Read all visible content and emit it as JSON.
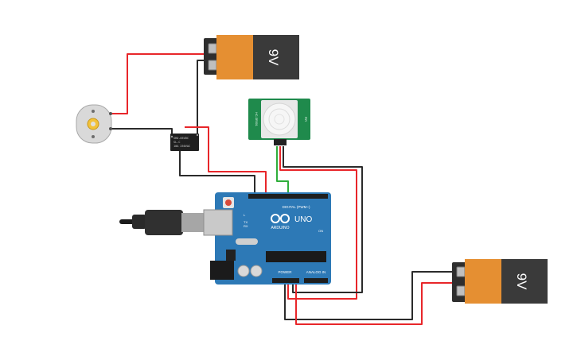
{
  "battery_top": {
    "label": "9V"
  },
  "battery_bottom": {
    "label": "9V"
  },
  "arduino": {
    "brand_logo_text": "UNO",
    "brand_name": "ARDUINO",
    "digital_header_label": "DIGITAL (PWM~)",
    "power_label": "POWER",
    "analog_label": "ANALOG IN",
    "tx_label": "TX",
    "rx_label": "RX",
    "l_label": "L",
    "on_label": "ON"
  },
  "pir_sensor": {
    "left_label": "HC-SR501",
    "right_label": "PIR"
  },
  "relay": {
    "text_line1": "SRD-05VDC",
    "text_line2": "SL-C",
    "text_line3": "10A 250VAC"
  },
  "colors": {
    "wire_red": "#e8262a",
    "wire_black": "#2b2b2b",
    "wire_green": "#2fae3b",
    "arduino_board": "#2d79b6",
    "pir_board": "#1f8a4c",
    "battery_label": "#e58f32",
    "battery_body": "#3a3a3a"
  }
}
